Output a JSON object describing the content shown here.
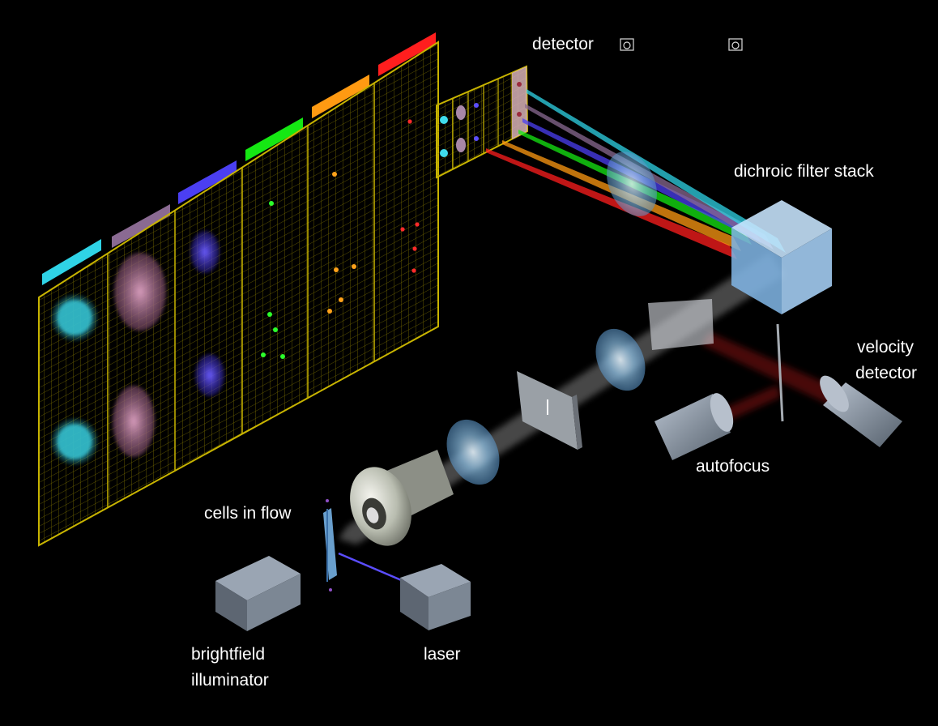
{
  "labels": {
    "detector": "detector",
    "dichroic_filter_stack": "dichroic filter stack",
    "velocity_line1": "velocity",
    "velocity_line2": "detector",
    "autofocus": "autofocus",
    "cells_in_flow": "cells in flow",
    "brightfield_line1": "brightfield",
    "brightfield_line2": "illuminator",
    "laser": "laser"
  },
  "channel_colors": [
    "#2fd3e6",
    "#8a6a92",
    "#4b3ff2",
    "#15e813",
    "#ff9a12",
    "#ff1e1e"
  ],
  "colors": {
    "grid": "#c8b400",
    "lens": "#8fc6ee",
    "cube": "#a9d6ff",
    "housing": "#8a96a6"
  }
}
